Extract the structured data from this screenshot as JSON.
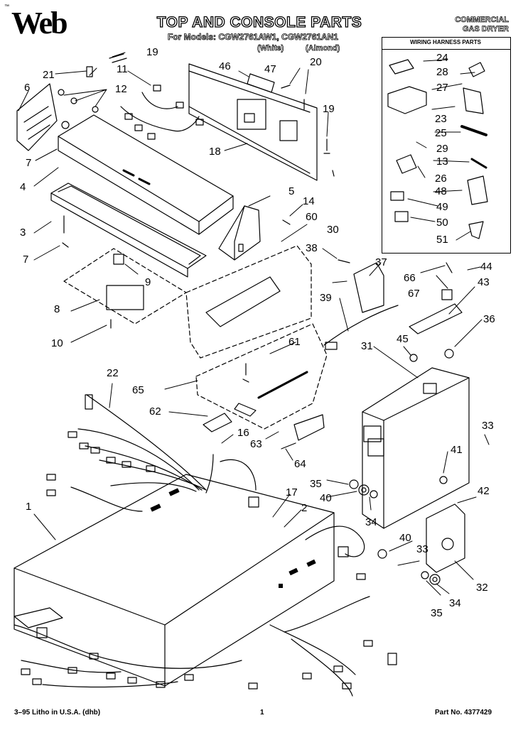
{
  "header": {
    "brand": "Web",
    "trademark": "™",
    "title": "TOP AND CONSOLE PARTS",
    "models": "For Models: CGW2761AW1, CGW2761AN1",
    "color_white": "(White)",
    "color_almond": "(Almond)",
    "product_line1": "COMMERCIAL",
    "product_line2": "GAS DRYER"
  },
  "inset": {
    "title": "WIRING HARNESS PARTS"
  },
  "callouts": [
    "1",
    "2",
    "3",
    "4",
    "5",
    "6",
    "7",
    "7",
    "8",
    "9",
    "10",
    "11",
    "12",
    "13",
    "14",
    "16",
    "17",
    "18",
    "19",
    "19",
    "20",
    "21",
    "22",
    "23",
    "24",
    "25",
    "26",
    "27",
    "28",
    "29",
    "30",
    "31",
    "32",
    "33",
    "33",
    "34",
    "34",
    "35",
    "35",
    "36",
    "37",
    "38",
    "39",
    "40",
    "40",
    "41",
    "42",
    "43",
    "44",
    "45",
    "46",
    "47",
    "48",
    "49",
    "50",
    "51",
    "60",
    "61",
    "62",
    "63",
    "64",
    "65",
    "66",
    "67"
  ],
  "footer": {
    "left": "3–95 Litho in U.S.A. (dhb)",
    "page": "1",
    "part_no": "Part No. 4377429"
  }
}
